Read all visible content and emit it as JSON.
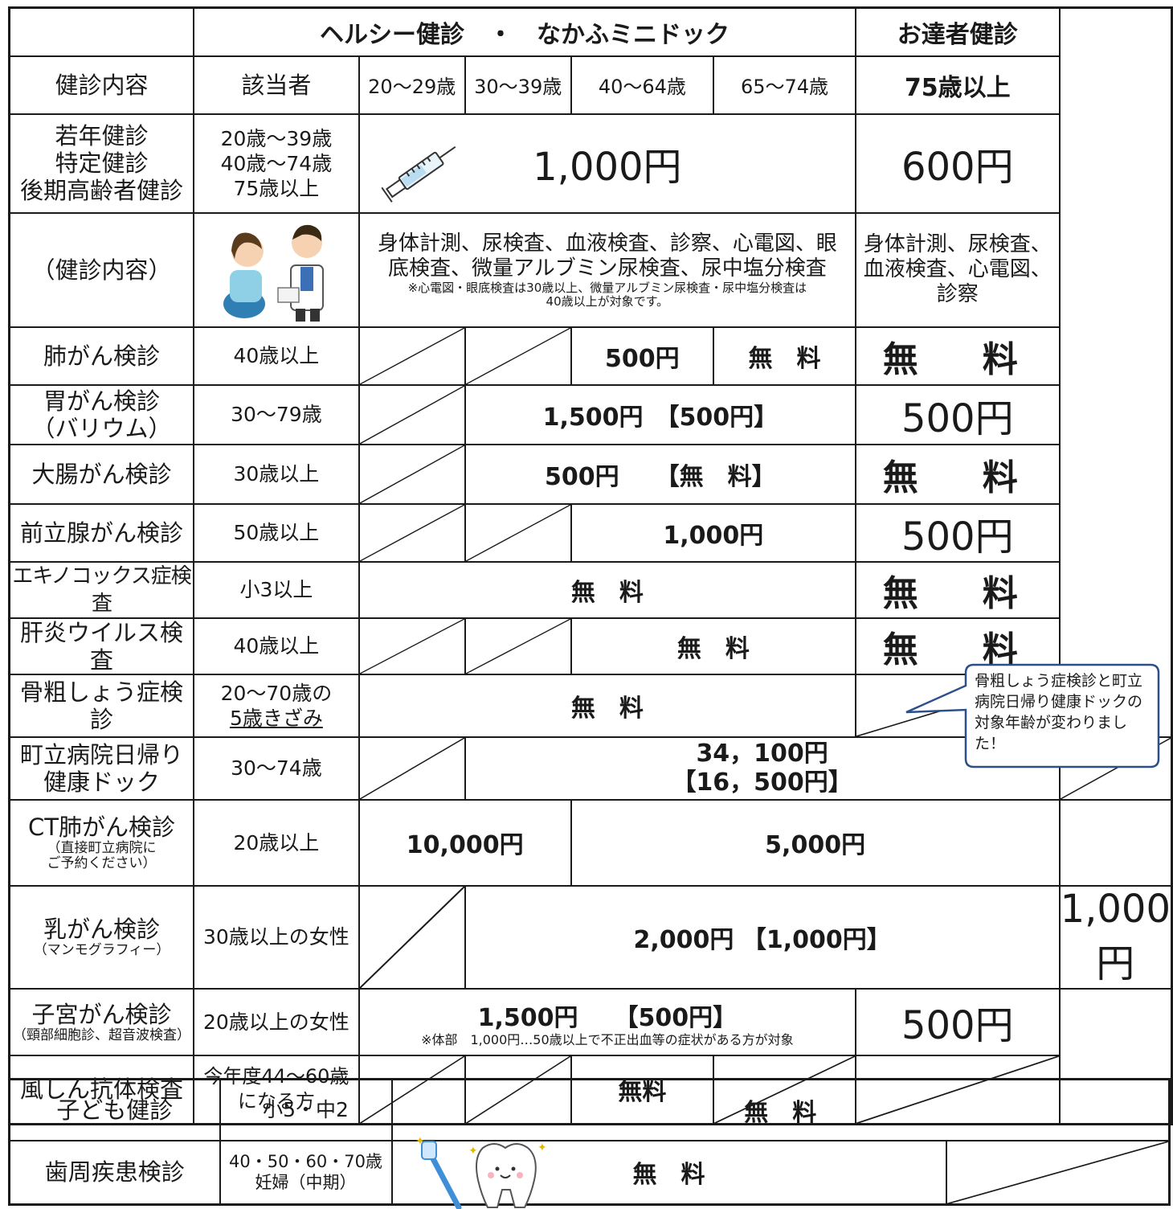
{
  "header": {
    "group1": "ヘルシー健診　・　なかふミニドック",
    "group2": "お達者健診",
    "col_content": "健診内容",
    "col_target": "該当者",
    "ages": [
      "20～29歳",
      "30～39歳",
      "40～64歳",
      "65～74歳"
    ],
    "age_75": "75歳以上"
  },
  "rows": {
    "basic": {
      "label_lines": [
        "若年健診",
        "特定健診",
        "後期高齢者健診"
      ],
      "target_lines": [
        "20歳～39歳",
        "40歳～74歳",
        "75歳以上"
      ],
      "price": "1,000円",
      "price_75": "600円"
    },
    "content": {
      "label": "（健診内容）",
      "text": "身体計測、尿検査、血液検査、診察、心電図、眼底検査、微量アルブミン尿検査、尿中塩分検査",
      "note_lines": [
        "※心電図・眼底検査は30歳以上、微量アルブミン尿検査・尿中塩分検査は",
        "40歳以上が対象です。"
      ],
      "text_75_lines": [
        "身体計測、尿検査、",
        "血液検査、心電図、",
        "診察"
      ]
    },
    "lung": {
      "label": "肺がん検診",
      "target": "40歳以上",
      "price_4064": "500円",
      "price_6574": "無　料",
      "price_75": "無　料"
    },
    "stomach": {
      "label_lines": [
        "胃がん検診",
        "（バリウム）"
      ],
      "target": "30～79歳",
      "price": "1,500円　【500円】",
      "price_75": "500円"
    },
    "colon": {
      "label": "大腸がん検診",
      "target": "30歳以上",
      "price": "500円　　【無　料】",
      "price_75": "無　料"
    },
    "prostate": {
      "label": "前立腺がん検診",
      "target": "50歳以上",
      "price": "1,000円",
      "price_75": "500円"
    },
    "echinococcus": {
      "label": "エキノコックス症検査",
      "target": "小3以上",
      "price": "無　料",
      "price_75": "無　料"
    },
    "hepatitis": {
      "label": "肝炎ウイルス検査",
      "target": "40歳以上",
      "price": "無　料",
      "price_75": "無　料"
    },
    "osteoporosis": {
      "label": "骨粗しょう症検診",
      "target_line1": "20～70歳の",
      "target_line2": "5歳きざみ",
      "price": "無　料"
    },
    "dock": {
      "label_lines": [
        "町立病院日帰り",
        "健康ドック"
      ],
      "target": "30～74歳",
      "price_lines": [
        "34，100円",
        "【16，500円】"
      ]
    },
    "ct": {
      "label": "CT肺がん検診",
      "label_sub_lines": [
        "（直接町立病院に",
        "ご予約ください）"
      ],
      "target": "20歳以上",
      "price_young": "10,000円",
      "price_older": "5,000円"
    },
    "breast": {
      "label": "乳がん検診",
      "label_sub": "（マンモグラフィー）",
      "target": "30歳以上の女性",
      "price": "2,000円 【1,000円】",
      "price_75": "1,000円"
    },
    "uterus": {
      "label": "子宮がん検診",
      "label_sub": "（頸部細胞診、超音波検査）",
      "target": "20歳以上の女性",
      "price": "1,500円　　【500円】",
      "note": "※体部　1,000円…50歳以上で不正出血等の症状がある方が対象",
      "price_75": "500円"
    },
    "rubella": {
      "label": "風しん抗体検査",
      "target_lines": [
        "今年度44～60歳",
        "になる方"
      ],
      "price": "無料"
    }
  },
  "sub_rows": {
    "child": {
      "label": "子ども健診",
      "target": "小5・中2",
      "price": "無　料"
    },
    "dental": {
      "label": "歯周疾患検診",
      "target_lines": [
        "40・50・60・70歳",
        "妊婦（中期）"
      ],
      "price": "無　料"
    }
  },
  "bubble": {
    "text": "骨粗しょう症検診と町立病院日帰り健康ドックの対象年齢が変わりました！"
  },
  "icons": [
    "syringe-icon",
    "doctor-patient-illustration",
    "tooth-toothbrush-illustration"
  ]
}
